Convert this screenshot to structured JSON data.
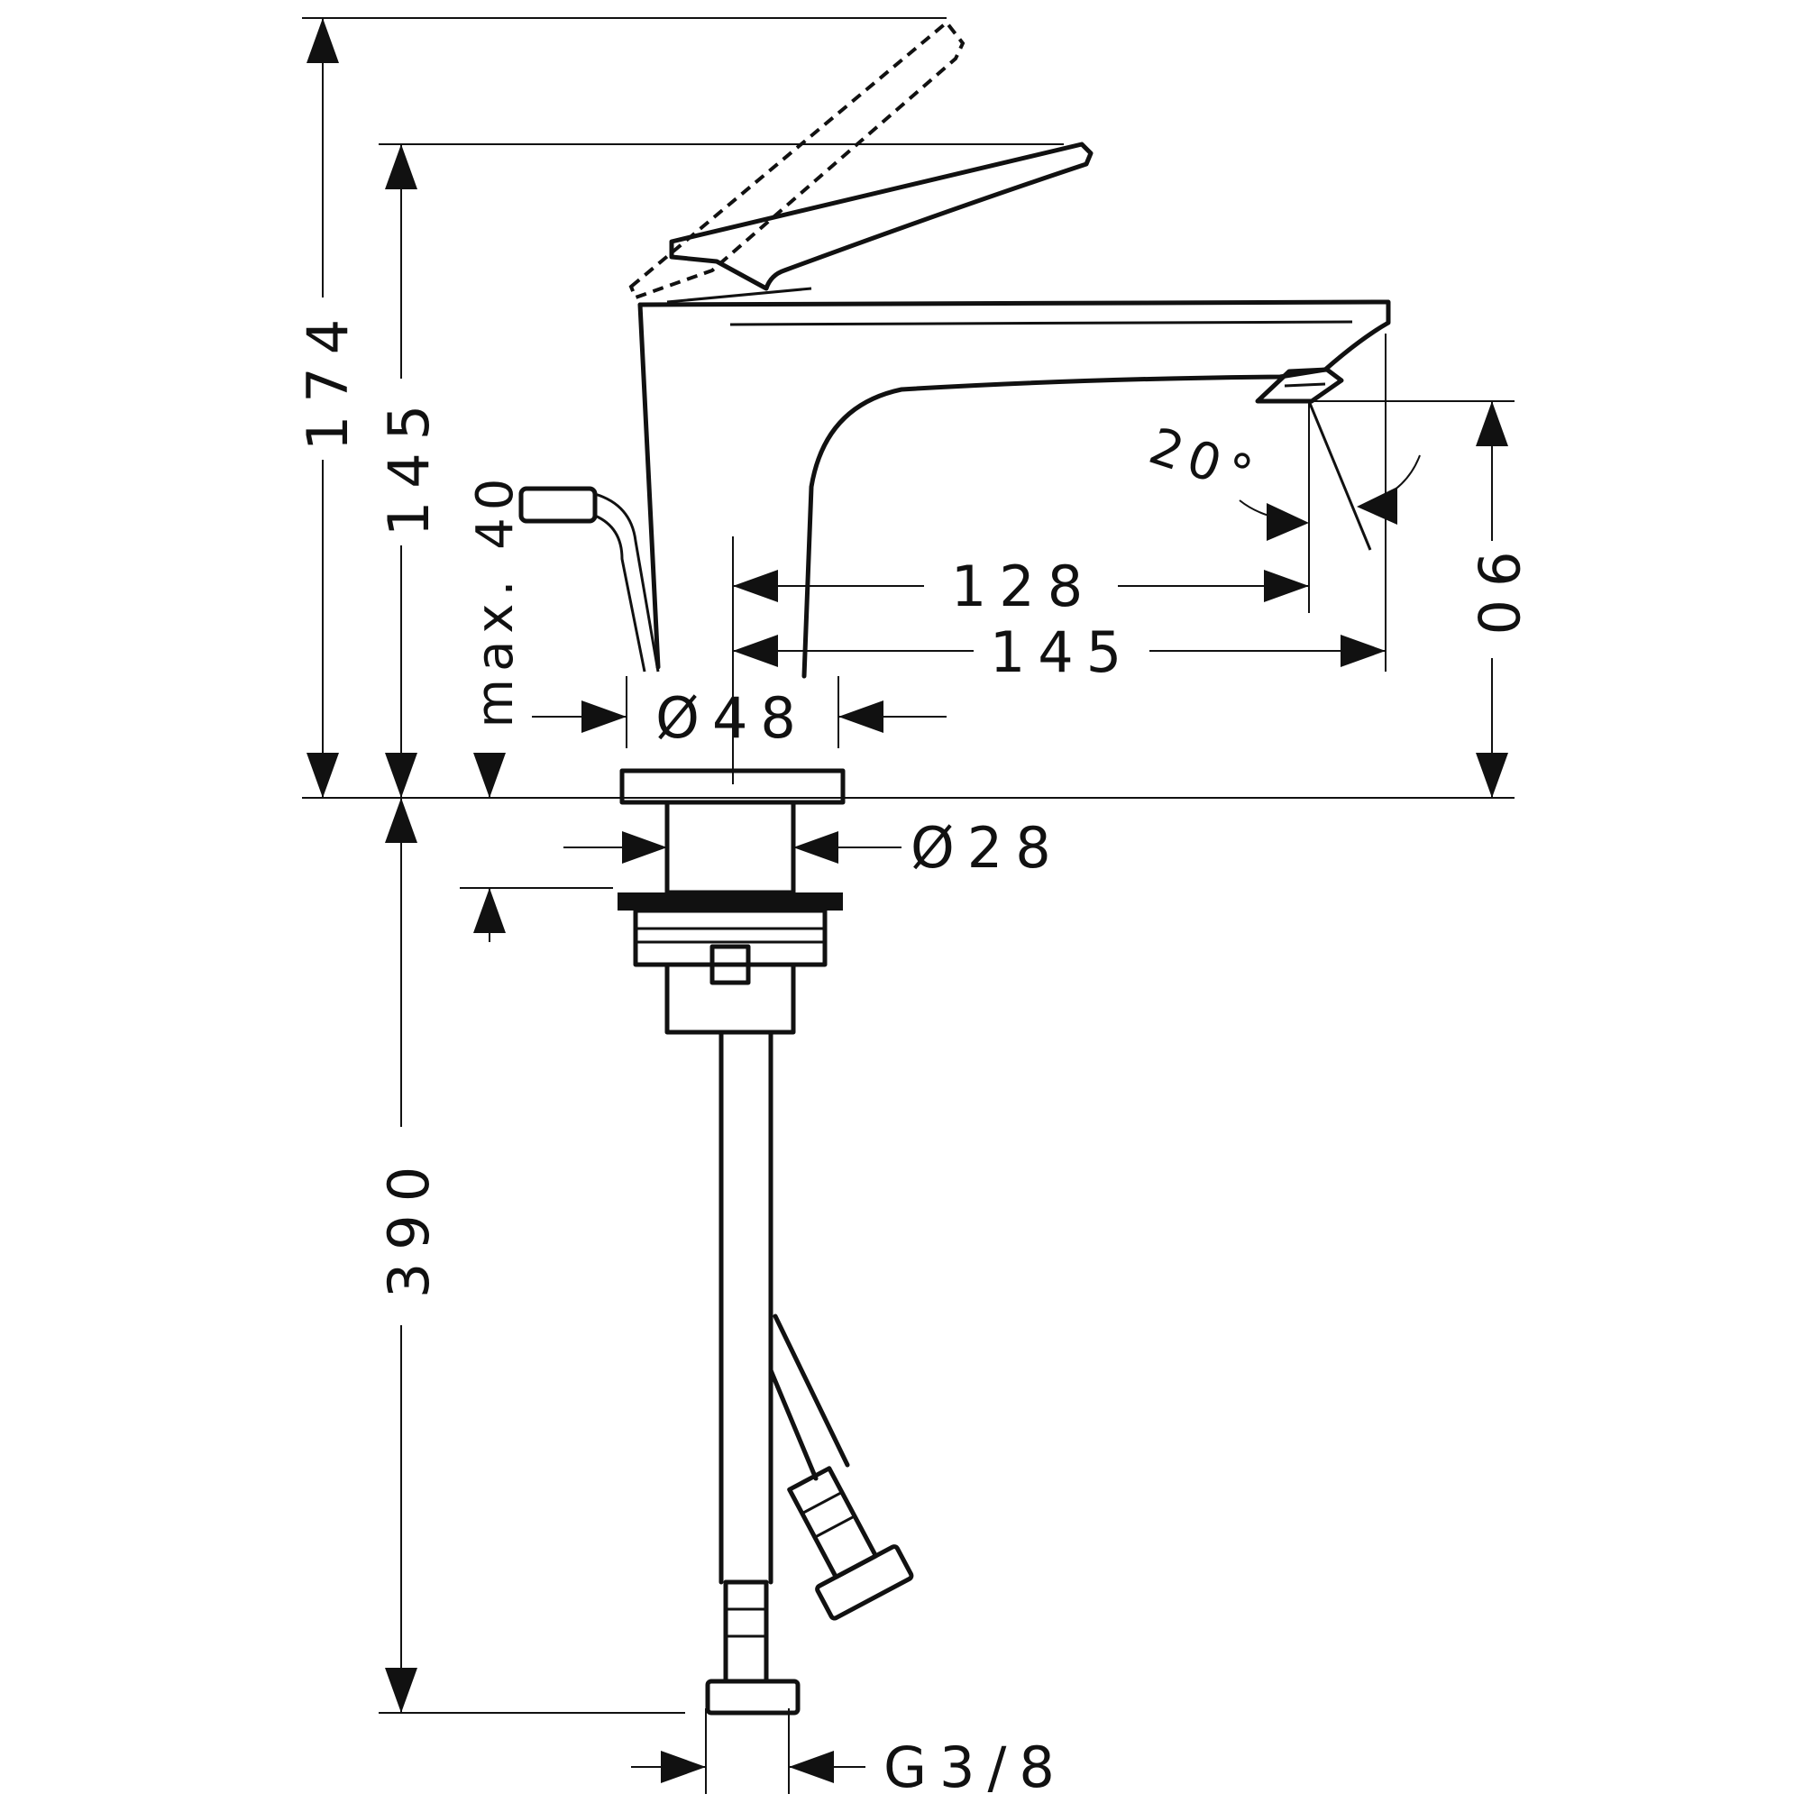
{
  "drawing": {
    "dimensions": {
      "overall_height": "174",
      "faucet_height": "145",
      "max_thickness": "max. 40",
      "spout_projection": "128",
      "spout_length": "145",
      "spout_height": "90",
      "outflow_angle": "20°",
      "base_diameter": "Ø48",
      "shank_diameter": "Ø28",
      "hose_length": "390",
      "connection_thread": "G3/8"
    }
  }
}
